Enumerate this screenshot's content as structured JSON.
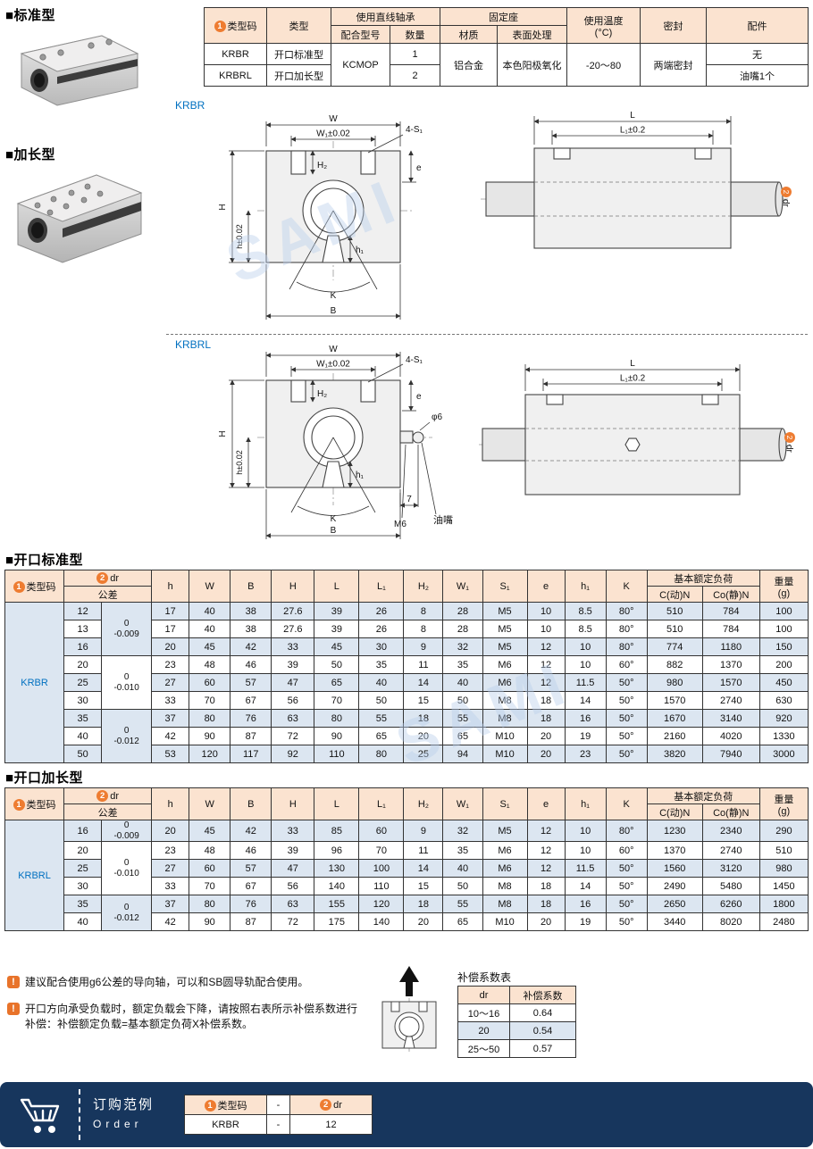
{
  "meta": {
    "watermark": "SAMI"
  },
  "sections": {
    "standard": "■标准型",
    "extended": "■加长型",
    "open_standard": "■开口标准型",
    "open_extended": "■开口加长型"
  },
  "badges": {
    "one": "1",
    "two": "2"
  },
  "info_table": {
    "headers": {
      "type_code": "类型码",
      "type": "类型",
      "linear_bearing": "使用直线轴承",
      "fit_model": "配合型号",
      "qty": "数量",
      "holder": "固定座",
      "material": "材质",
      "surface": "表面处理",
      "temp": "使用温度\n(°C)",
      "seal": "密封",
      "accessory": "配件"
    },
    "merged": {
      "fit_model": "KCMOP",
      "material": "铝合金",
      "surface": "本色阳极氧化",
      "temp": "-20～80",
      "seal": "两端密封"
    },
    "rows": [
      {
        "code": "KRBR",
        "type": "开口标准型",
        "qty": "1",
        "accessory": "无"
      },
      {
        "code": "KRBRL",
        "type": "开口加长型",
        "qty": "2",
        "accessory": "油嘴1个"
      }
    ]
  },
  "drawings": {
    "krbr_label": "KRBR",
    "krbrl_label": "KRBRL",
    "labels": {
      "W": "W",
      "W1": "W₁±0.02",
      "H2": "H₂",
      "S1": "4-S₁",
      "e": "e",
      "H": "H",
      "h": "h±0.02",
      "h1": "h₁",
      "K": "K",
      "B": "B",
      "L": "L",
      "L1": "L₁±0.2",
      "dr": "dr",
      "phi6": "φ6",
      "seven": "7",
      "M6": "M6",
      "nipple": "油嘴"
    }
  },
  "spec_headers": {
    "type_code": "类型码",
    "dr": "dr",
    "tol": "公差",
    "dims": [
      "h",
      "W",
      "B",
      "H",
      "L",
      "L₁",
      "H₂",
      "W₁",
      "S₁",
      "e",
      "h₁",
      "K"
    ],
    "load": "基本额定负荷",
    "c_dyn": "C(动)N",
    "c_stat": "Co(静)N",
    "weight": "重量",
    "weight_unit": "(g)"
  },
  "table_standard": {
    "code": "KRBR",
    "tol_groups": [
      {
        "label": "0\n-0.009",
        "span": 3
      },
      {
        "label": "0\n-0.010",
        "span": 3
      },
      {
        "label": "0\n-0.012",
        "span": 3
      }
    ],
    "rows": [
      {
        "dr": "12",
        "v": [
          "17",
          "40",
          "38",
          "27.6",
          "39",
          "26",
          "8",
          "28",
          "M5",
          "10",
          "8.5",
          "80°",
          "510",
          "784",
          "100"
        ]
      },
      {
        "dr": "13",
        "v": [
          "17",
          "40",
          "38",
          "27.6",
          "39",
          "26",
          "8",
          "28",
          "M5",
          "10",
          "8.5",
          "80°",
          "510",
          "784",
          "100"
        ]
      },
      {
        "dr": "16",
        "v": [
          "20",
          "45",
          "42",
          "33",
          "45",
          "30",
          "9",
          "32",
          "M5",
          "12",
          "10",
          "80°",
          "774",
          "1180",
          "150"
        ]
      },
      {
        "dr": "20",
        "v": [
          "23",
          "48",
          "46",
          "39",
          "50",
          "35",
          "11",
          "35",
          "M6",
          "12",
          "10",
          "60°",
          "882",
          "1370",
          "200"
        ]
      },
      {
        "dr": "25",
        "v": [
          "27",
          "60",
          "57",
          "47",
          "65",
          "40",
          "14",
          "40",
          "M6",
          "12",
          "11.5",
          "50°",
          "980",
          "1570",
          "450"
        ]
      },
      {
        "dr": "30",
        "v": [
          "33",
          "70",
          "67",
          "56",
          "70",
          "50",
          "15",
          "50",
          "M8",
          "18",
          "14",
          "50°",
          "1570",
          "2740",
          "630"
        ]
      },
      {
        "dr": "35",
        "v": [
          "37",
          "80",
          "76",
          "63",
          "80",
          "55",
          "18",
          "55",
          "M8",
          "18",
          "16",
          "50°",
          "1670",
          "3140",
          "920"
        ]
      },
      {
        "dr": "40",
        "v": [
          "42",
          "90",
          "87",
          "72",
          "90",
          "65",
          "20",
          "65",
          "M10",
          "20",
          "19",
          "50°",
          "2160",
          "4020",
          "1330"
        ]
      },
      {
        "dr": "50",
        "v": [
          "53",
          "120",
          "117",
          "92",
          "110",
          "80",
          "25",
          "94",
          "M10",
          "20",
          "23",
          "50°",
          "3820",
          "7940",
          "3000"
        ]
      }
    ]
  },
  "table_extended": {
    "code": "KRBRL",
    "tol_groups": [
      {
        "label": "0\n-0.009",
        "span": 1
      },
      {
        "label": "0\n-0.010",
        "span": 3
      },
      {
        "label": "0\n-0.012",
        "span": 2
      }
    ],
    "rows": [
      {
        "dr": "16",
        "v": [
          "20",
          "45",
          "42",
          "33",
          "85",
          "60",
          "9",
          "32",
          "M5",
          "12",
          "10",
          "80°",
          "1230",
          "2340",
          "290"
        ]
      },
      {
        "dr": "20",
        "v": [
          "23",
          "48",
          "46",
          "39",
          "96",
          "70",
          "11",
          "35",
          "M6",
          "12",
          "10",
          "60°",
          "1370",
          "2740",
          "510"
        ]
      },
      {
        "dr": "25",
        "v": [
          "27",
          "60",
          "57",
          "47",
          "130",
          "100",
          "14",
          "40",
          "M6",
          "12",
          "11.5",
          "50°",
          "1560",
          "3120",
          "980"
        ]
      },
      {
        "dr": "30",
        "v": [
          "33",
          "70",
          "67",
          "56",
          "140",
          "110",
          "15",
          "50",
          "M8",
          "18",
          "14",
          "50°",
          "2490",
          "5480",
          "1450"
        ]
      },
      {
        "dr": "35",
        "v": [
          "37",
          "80",
          "76",
          "63",
          "155",
          "120",
          "18",
          "55",
          "M8",
          "18",
          "16",
          "50°",
          "2650",
          "6260",
          "1800"
        ]
      },
      {
        "dr": "40",
        "v": [
          "42",
          "90",
          "87",
          "72",
          "175",
          "140",
          "20",
          "65",
          "M10",
          "20",
          "19",
          "50°",
          "3440",
          "8020",
          "2480"
        ]
      }
    ]
  },
  "notes": {
    "icon": "!",
    "note1": "建议配合使用g6公差的导向轴，可以和SB圆导轨配合使用。",
    "note2": "开口方向承受负载时，额定负载会下降，请按照右表所示补偿系数进行补偿：补偿额定负载=基本额定负荷X补偿系数。"
  },
  "compensation": {
    "title": "补偿系数表",
    "headers": [
      "dr",
      "补偿系数"
    ],
    "rows": [
      [
        "10～16",
        "0.64"
      ],
      [
        "20",
        "0.54"
      ],
      [
        "25～50",
        "0.57"
      ]
    ]
  },
  "order": {
    "title": "订购范例",
    "subtitle": "Order",
    "header_code": "类型码",
    "header_dr": "dr",
    "dash": "-",
    "example": {
      "code": "KRBR",
      "dash": "-",
      "dr": "12"
    }
  }
}
